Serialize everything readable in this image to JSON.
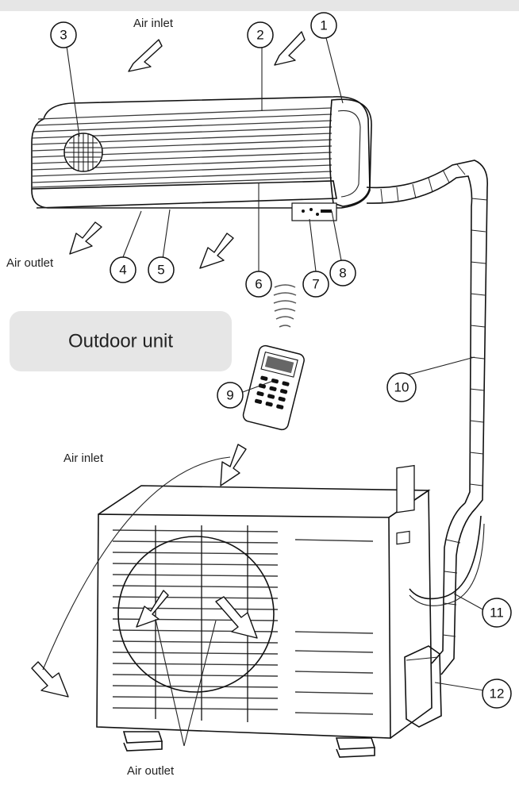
{
  "labels": {
    "air_inlet_top": "Air inlet",
    "air_outlet_left": "Air outlet",
    "air_inlet_mid": "Air inlet",
    "air_outlet_bottom": "Air outlet"
  },
  "badge": {
    "text": "Outdoor unit",
    "fill": "#e6e6e6"
  },
  "callouts": [
    "1",
    "2",
    "3",
    "4",
    "5",
    "6",
    "7",
    "8",
    "9",
    "10",
    "11",
    "12"
  ],
  "colors": {
    "header_bar": "#e6e6e6",
    "line": "#111111",
    "grille": "#3a3a3a"
  }
}
